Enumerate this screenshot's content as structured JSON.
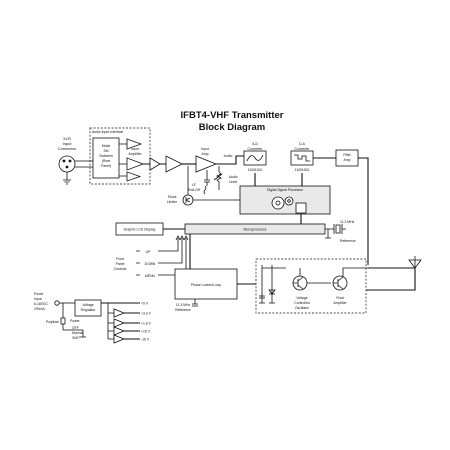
{
  "diagram": {
    "title_line1": "IFBT4-VHF Transmitter",
    "title_line2": "Block Diagram",
    "xlr": {
      "line1": "XLR",
      "line2": "Input",
      "line3": "Connector"
    },
    "audio_interface_label": "Audio Input Interface",
    "mode_switches": {
      "line1": "Mode",
      "line2": "Set",
      "line3": "Switches",
      "line4": "(Rear",
      "line5": "Panel)"
    },
    "input_amplifier": {
      "line1": "Input",
      "line2": "Amplifier"
    },
    "input_amp": {
      "line1": "Input",
      "line2": "Amp"
    },
    "audio_label": "Audio",
    "lf_rolloff": {
      "line1": "LF",
      "line2": "Roll-Off"
    },
    "audio_level": {
      "line1": "Audio",
      "line2": "Level"
    },
    "shunt_limiter": {
      "line1": "Shunt",
      "line2": "Limiter"
    },
    "ad_converter": {
      "line1": "A-D",
      "line2": "Converter",
      "bits": "11001001"
    },
    "da_converter": {
      "line1": "D-A",
      "line2": "Converter",
      "bits": "11001001"
    },
    "filter_amp": {
      "line1": "Filter",
      "line2": "Amp"
    },
    "dsp_label": "Digital Signal Processor",
    "microprocessor_label": "Microprocessor",
    "graphic_lcd_label": "Graphic LCD Display",
    "crystal_upper": {
      "line1": "11.3 MHz",
      "line2": "Reference"
    },
    "front_panel": {
      "line1": "Front",
      "line2": "Panel",
      "line3": "Controls"
    },
    "buttons": [
      "UP",
      "DOWN",
      "MENU"
    ],
    "pll_label": "Phase Locked Loop",
    "crystal_lower": {
      "line1": "11.3 MHz",
      "line2": "Reference"
    },
    "vco": {
      "line1": "Voltage",
      "line2": "Controlled",
      "line3": "Oscillator"
    },
    "final_amp": {
      "line1": "Final",
      "line2": "Amplifier"
    },
    "power_input": {
      "line1": "Power",
      "line2": "Input",
      "line3": "6-18VDC",
      "line4": "200mA"
    },
    "reg_label": {
      "line1": "Voltage",
      "line2": "Regulator"
    },
    "power_switch": {
      "label": "Power",
      "opt_off": "OFF",
      "opt_on": "Normal",
      "opt_xmit": "XMIT"
    },
    "fuse_label": "Polyfuse",
    "rails": [
      "+5 V",
      "+3.3 V",
      "+1.8 V",
      "+15 V",
      "-15 V"
    ],
    "icons": [
      "antenna-icon",
      "xlr-connector-icon",
      "crystal-icon",
      "transistor-icon",
      "ground-icon"
    ]
  }
}
